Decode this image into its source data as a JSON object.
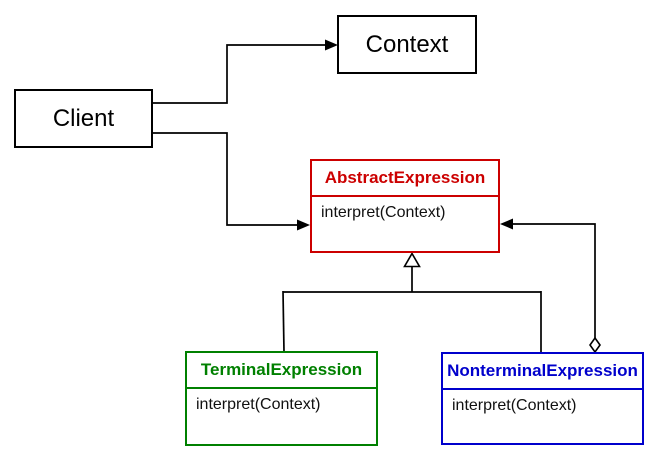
{
  "diagram": {
    "background_color": "#ffffff",
    "nodes": {
      "client": {
        "label": "Client",
        "color": "#000000"
      },
      "context": {
        "label": "Context",
        "color": "#000000"
      },
      "abstract_expression": {
        "title": "AbstractExpression",
        "methods": [
          "interpret(Context)"
        ],
        "color": "#cc0000"
      },
      "terminal_expression": {
        "title": "TerminalExpression",
        "methods": [
          "interpret(Context)"
        ],
        "color": "#008000"
      },
      "nonterminal_expression": {
        "title": "NonterminalExpression",
        "methods": [
          "interpret(Context)"
        ],
        "color": "#0000cc"
      }
    },
    "edges": [
      {
        "from": "Client",
        "to": "Context",
        "type": "directed-association"
      },
      {
        "from": "Client",
        "to": "AbstractExpression",
        "type": "directed-association"
      },
      {
        "from": "TerminalExpression",
        "to": "AbstractExpression",
        "type": "generalization"
      },
      {
        "from": "NonterminalExpression",
        "to": "AbstractExpression",
        "type": "generalization"
      },
      {
        "from": "NonterminalExpression",
        "to": "AbstractExpression",
        "type": "aggregation-directed-association"
      }
    ]
  }
}
